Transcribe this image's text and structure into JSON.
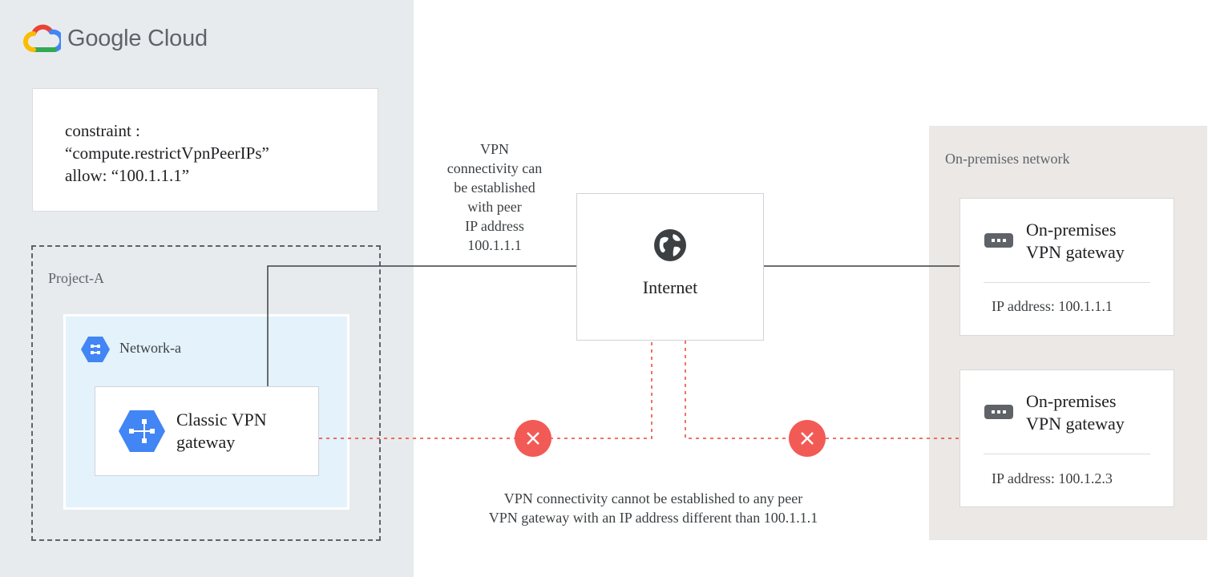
{
  "brand": {
    "name": "Google Cloud"
  },
  "policy": {
    "lines": [
      "constraint :",
      "“compute.restrictVpnPeerIPs”",
      "allow: “100.1.1.1”"
    ]
  },
  "project": {
    "label": "Project-A"
  },
  "network": {
    "label": "Network-a",
    "icon": "network-icon"
  },
  "vpn_gateway": {
    "lines": [
      "Classic VPN",
      "gateway"
    ],
    "icon": "vpn-gateway-icon"
  },
  "internet": {
    "label": "Internet",
    "icon": "globe-icon"
  },
  "onprem": {
    "label": "On-premises network",
    "gateways": [
      {
        "lines": [
          "On-premises",
          "VPN gateway"
        ],
        "ip_text": "IP address: 100.1.1.1",
        "icon": "vpn-device-icon"
      },
      {
        "lines": [
          "On-premises",
          "VPN gateway"
        ],
        "ip_text": "IP address: 100.1.2.3",
        "icon": "vpn-device-icon"
      }
    ]
  },
  "notes": {
    "allowed": [
      "VPN",
      "connectivity can",
      "be established",
      "with peer",
      "IP address",
      "100.1.1.1"
    ],
    "denied": [
      "VPN connectivity cannot be established to any peer",
      "VPN gateway with an IP address different than 100.1.1.1"
    ]
  },
  "colors": {
    "gcp_panel": "#e8ebee",
    "onprem_panel": "#ebe8e6",
    "network": "#e3f2fb",
    "allowed_line": "#3c4043",
    "denied_line": "#ea4335",
    "blocked_marker": "#f25a56",
    "google_blue": "#4285f4"
  }
}
